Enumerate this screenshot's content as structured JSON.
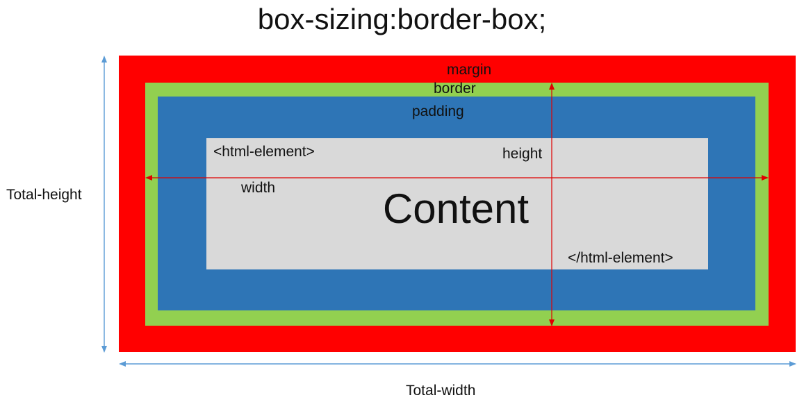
{
  "title": "box-sizing:border-box;",
  "layers": {
    "margin": "margin",
    "border": "border",
    "padding": "padding"
  },
  "content": {
    "open_tag": "<html-element>",
    "close_tag": "</html-element>",
    "main_text": "Content",
    "height_label": "height",
    "width_label": "width"
  },
  "totals": {
    "height": "Total-height",
    "width": "Total-width"
  },
  "colors": {
    "margin": "#ff0000",
    "border": "#92d050",
    "padding": "#2e75b6",
    "content": "#d9d9d9",
    "inner_arrows": "#e00000",
    "total_arrows": "#5b9bd5"
  }
}
